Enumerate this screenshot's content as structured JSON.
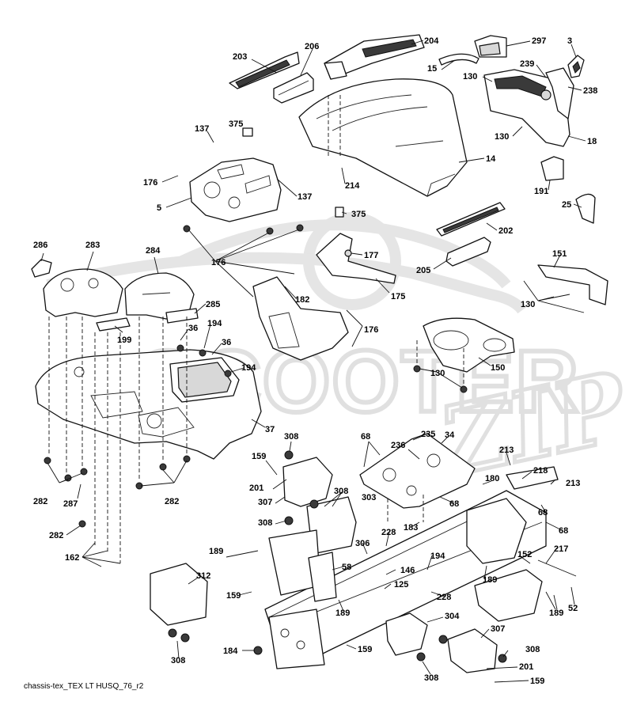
{
  "watermark": {
    "brand": "SCOOTER",
    "script": "ZIP"
  },
  "caption": "chassis-tex_TEX LT HUSQ_76_r2",
  "callouts": {
    "c203": "203",
    "c206": "206",
    "c204": "204",
    "c297": "297",
    "c3": "3",
    "c15": "15",
    "c130a": "130",
    "c239": "239",
    "c238": "238",
    "c130b": "130",
    "c18": "18",
    "c137a": "137",
    "c375a": "375",
    "c176a": "176",
    "c5": "5",
    "c137b": "137",
    "c214": "214",
    "c14": "14",
    "c191": "191",
    "c25": "25",
    "c375b": "375",
    "c202": "202",
    "c286": "286",
    "c283": "283",
    "c284": "284",
    "c176b": "176",
    "c177": "177",
    "c205": "205",
    "c151": "151",
    "c175": "175",
    "c182": "182",
    "c130c": "130",
    "c285": "285",
    "c199": "199",
    "c36a": "36",
    "c194a": "194",
    "c36b": "36",
    "c176c": "176",
    "c130d": "130",
    "c150": "150",
    "c194b": "194",
    "c37": "37",
    "c308a": "308",
    "c68a": "68",
    "c235": "235",
    "c236": "236",
    "c34": "34",
    "c213a": "213",
    "c159a": "159",
    "c218": "218",
    "c213b": "213",
    "c201a": "201",
    "c180": "180",
    "c282a": "282",
    "c282b": "282",
    "c307a": "307",
    "c308b": "308",
    "c303": "303",
    "c68b": "68",
    "c68c": "68",
    "c287": "287",
    "c308c": "308",
    "c183": "183",
    "c68d": "68",
    "c282c": "282",
    "c228a": "228",
    "c306": "306",
    "c217": "217",
    "c162": "162",
    "c189a": "189",
    "c58": "58",
    "c194c": "194",
    "c152": "152",
    "c146": "146",
    "c312": "312",
    "c125": "125",
    "c189b": "189",
    "c159b": "159",
    "c228b": "228",
    "c189c": "189",
    "c52": "52",
    "c189d": "189",
    "c304": "304",
    "c307b": "307",
    "c308d": "308",
    "c184": "184",
    "c159c": "159",
    "c308e": "308",
    "c201b": "201",
    "c308f": "308",
    "c159d": "159"
  }
}
